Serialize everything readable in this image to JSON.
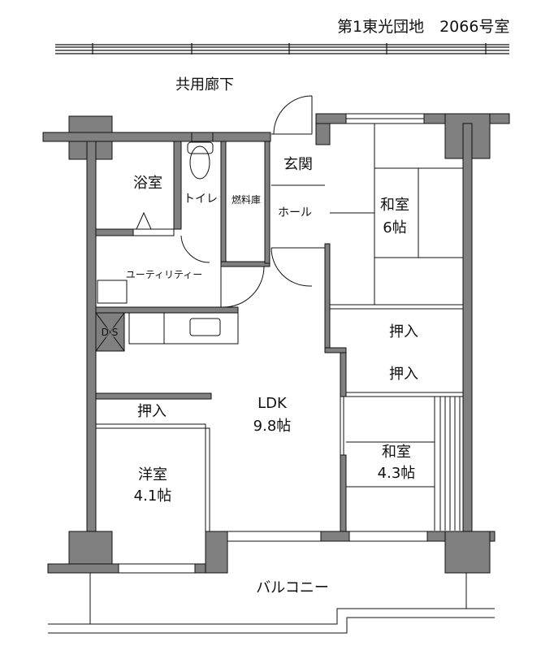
{
  "title": "第1東光団地　2066号室",
  "labels": {
    "corridor": "共用廊下",
    "bath": "浴室",
    "toilet": "トイレ",
    "fuel_storage": "燃料庫",
    "entrance": "玄関",
    "hall": "ホール",
    "utility": "ユーティリティー",
    "ds": "D·S",
    "washitsu6_name": "和室",
    "washitsu6_size": "6帖",
    "closet1": "押入",
    "closet2": "押入",
    "closet3": "押入",
    "ldk_name": "LDK",
    "ldk_size": "9.8帖",
    "washitsu43_name": "和室",
    "washitsu43_size": "4.3帖",
    "yoshitsu_name": "洋室",
    "yoshitsu_size": "4.1帖",
    "balcony": "バルコニー"
  },
  "colors": {
    "wall": "#808080",
    "line": "#111111"
  }
}
